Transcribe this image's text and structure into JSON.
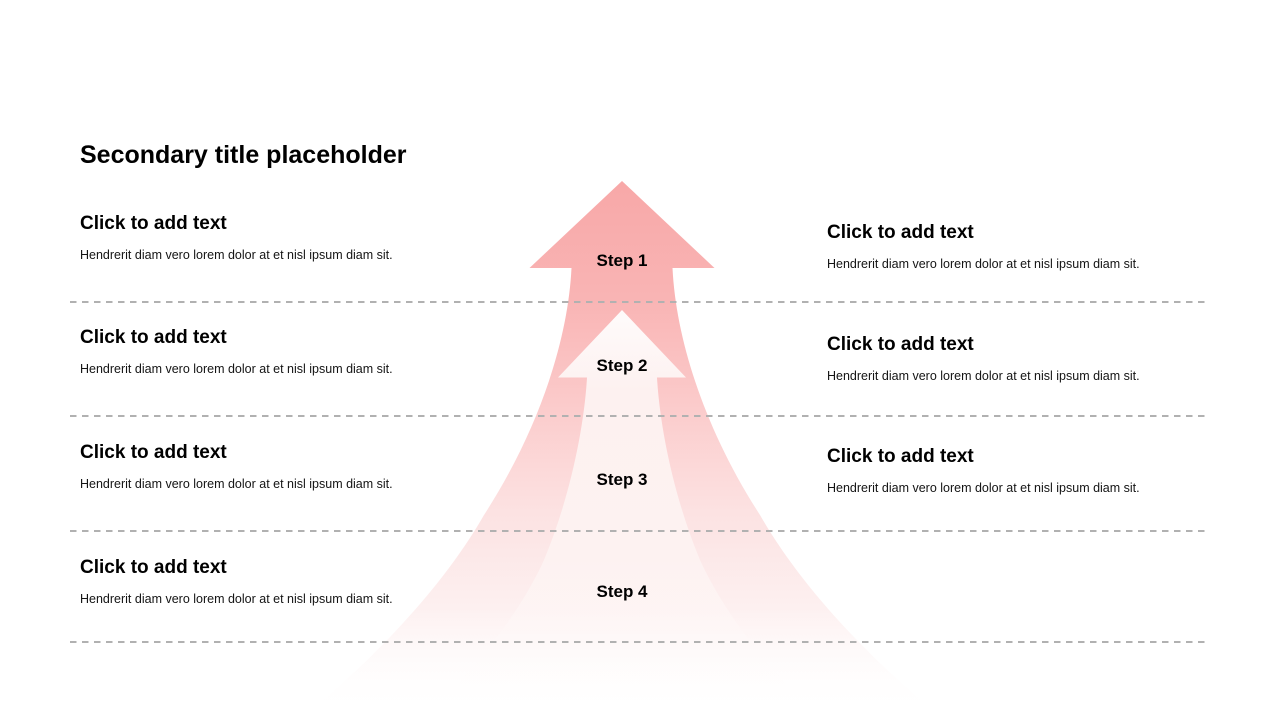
{
  "slide": {
    "title": "Secondary title placeholder",
    "steps": [
      {
        "label": "Step 1"
      },
      {
        "label": "Step 2"
      },
      {
        "label": "Step 3"
      },
      {
        "label": "Step 4"
      }
    ],
    "left_items": [
      {
        "heading": "Click to add text",
        "body": "Hendrerit diam vero lorem dolor at et nisl ipsum diam sit."
      },
      {
        "heading": "Click to add text",
        "body": "Hendrerit diam vero lorem dolor at et nisl ipsum diam sit."
      },
      {
        "heading": "Click to add text",
        "body": "Hendrerit diam vero lorem dolor at et nisl ipsum diam sit."
      },
      {
        "heading": "Click to add text",
        "body": "Hendrerit diam vero lorem dolor at et nisl ipsum diam sit."
      }
    ],
    "right_items": [
      {
        "heading": "Click to add text",
        "body": "Hendrerit diam vero lorem dolor at et nisl ipsum diam sit."
      },
      {
        "heading": "Click to add text",
        "body": "Hendrerit diam vero lorem dolor at et nisl ipsum diam sit."
      },
      {
        "heading": "Click to add text",
        "body": "Hendrerit diam vero lorem dolor at et nisl ipsum diam sit."
      }
    ],
    "colors": {
      "arrow_top": "#f8a8a8",
      "arrow_fade": "#ffffff",
      "inner_arrow_top": "#fefbfb",
      "divider": "#b1b1b1",
      "text": "#000000"
    }
  }
}
